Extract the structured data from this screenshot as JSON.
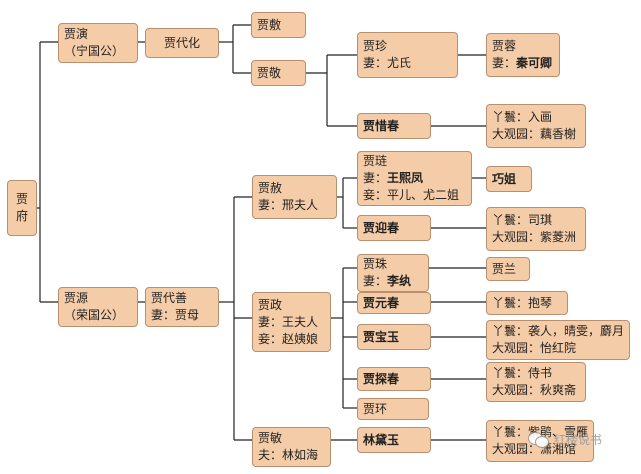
{
  "root": {
    "line1": "贾",
    "line2": "府"
  },
  "ningguo": {
    "founder": {
      "name": "贾演",
      "title": "（宁国公）"
    },
    "second": {
      "name": "贾代化"
    },
    "third": [
      {
        "name": "贾敷"
      },
      {
        "name": "贾敬"
      }
    ],
    "zhen": {
      "name": "贾珍",
      "wife": "妻：尤氏"
    },
    "rong": {
      "name": "贾蓉",
      "wife_label": "妻：",
      "wife": "秦可卿"
    },
    "xichun": {
      "name": "贾惜春",
      "maid": "丫鬟：入画",
      "garden": "大观园：藕香榭"
    }
  },
  "rongguo": {
    "founder": {
      "name": "贾源",
      "title": "（荣国公）"
    },
    "second": {
      "name": "贾代善",
      "wife": "妻：贾母"
    },
    "she": {
      "name": "贾赦",
      "wife": "妻：邢夫人"
    },
    "lian": {
      "name": "贾琏",
      "wife_label": "妻：",
      "wife": "王熙凤",
      "concubine": "妾：平儿、尤二姐"
    },
    "qiaojie": {
      "name": "巧姐"
    },
    "yingchun": {
      "name": "贾迎春",
      "maid": "丫鬟：司琪",
      "garden": "大观园：紫菱洲"
    },
    "zheng": {
      "name": "贾政",
      "wife": "妻：王夫人",
      "concubine": "妾：赵姨娘"
    },
    "zhu": {
      "name": "贾珠",
      "wife_label": "妻：",
      "wife": "李纨"
    },
    "lan": {
      "name": "贾兰"
    },
    "yuanchun": {
      "name": "贾元春",
      "maid": "丫鬟：抱琴"
    },
    "baoyu": {
      "name": "贾宝玉",
      "maid": "丫鬟：袭人，晴雯，麝月",
      "garden": "大观园：怡红院"
    },
    "tanchun": {
      "name": "贾探春",
      "maid": "丫鬟：侍书",
      "garden": "大观园：秋爽斋"
    },
    "huan": {
      "name": "贾环"
    },
    "min": {
      "name": "贾敏",
      "husband": "夫：林如海"
    },
    "daiyu": {
      "name": "林黛玉",
      "maid": "丫鬟：紫鹃、雪雁",
      "garden": "大观园：潇湘馆"
    }
  },
  "watermark": {
    "text": "红楼说书"
  }
}
